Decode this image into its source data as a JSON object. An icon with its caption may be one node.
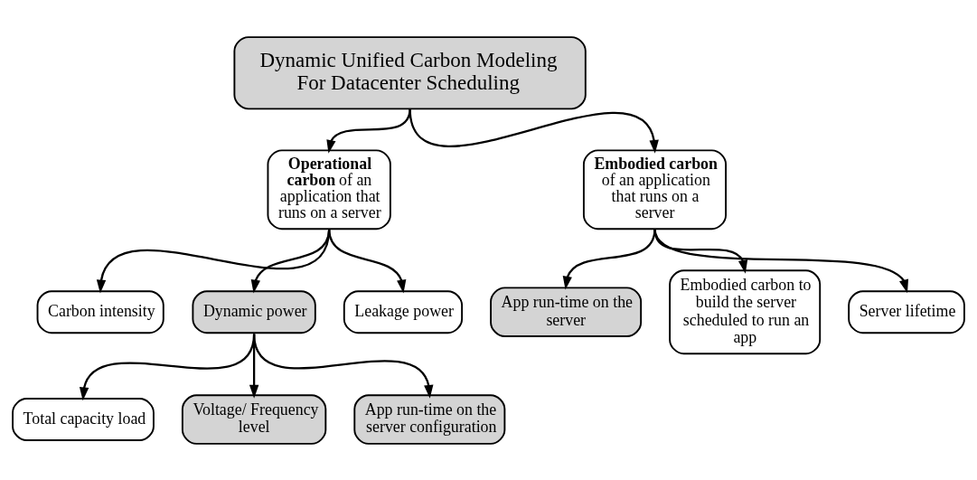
{
  "diagram": {
    "nodes": [
      {
        "text": [
          "Dynamic Unified Carbon Modeling For Datacenter Scheduling"
        ]
      },
      {
        "text": [
          "**Operational carbon** of an application that runs on a server"
        ]
      },
      {
        "text": [
          "**Embodied carbon** of an application that runs on a server"
        ]
      },
      {
        "text": [
          "Carbon intensity"
        ]
      },
      {
        "text": [
          "Dynamic power"
        ]
      },
      {
        "text": [
          "Leakage power"
        ]
      },
      {
        "text": [
          "App run-time on the server"
        ]
      },
      {
        "text": [
          "Embodied carbon to build the server scheduled to run an app"
        ]
      },
      {
        "text": [
          "Server lifetime"
        ]
      },
      {
        "text": [
          "Total capacity load"
        ]
      },
      {
        "text": [
          "Voltage/ Frequency level"
        ]
      },
      {
        "text": [
          "App run-time on the server configuration"
        ]
      }
    ],
    "edges": [
      {
        "from": 0,
        "to": 1,
        "arrow": "to"
      },
      {
        "from": 0,
        "to": 2,
        "arrow": "to"
      },
      {
        "from": 1,
        "to": 3,
        "arrow": "to"
      },
      {
        "from": 1,
        "to": 4,
        "arrow": "to"
      },
      {
        "from": 1,
        "to": 5,
        "arrow": "to"
      },
      {
        "from": 2,
        "to": 6,
        "arrow": "to"
      },
      {
        "from": 2,
        "to": 7,
        "arrow": "to"
      },
      {
        "from": 2,
        "to": 8,
        "arrow": "to"
      },
      {
        "from": 4,
        "to": 9,
        "arrow": "to"
      },
      {
        "from": 4,
        "to": 10,
        "arrow": "to"
      },
      {
        "from": 4,
        "to": 11,
        "arrow": "to"
      }
    ]
  }
}
